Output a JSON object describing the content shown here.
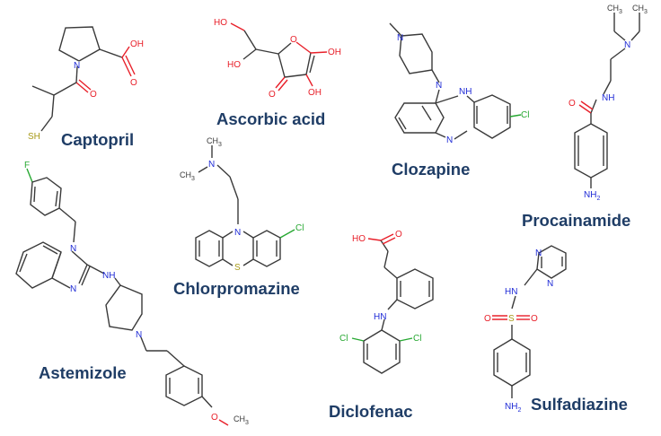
{
  "colors": {
    "label": "#1f3d66",
    "bond": "#3a3a3a",
    "oxygen": "#e8202a",
    "nitrogen": "#1f2bd6",
    "sulfur": "#a89a1a",
    "chlorine": "#27a832",
    "fluorine": "#27a832"
  },
  "molecules": [
    {
      "key": "captopril",
      "label": "Captopril"
    },
    {
      "key": "ascorbic",
      "label": "Ascorbic acid"
    },
    {
      "key": "clozapine",
      "label": "Clozapine"
    },
    {
      "key": "procainamide",
      "label": "Procainamide"
    },
    {
      "key": "astemizole",
      "label": "Astemizole"
    },
    {
      "key": "chlorpromazine",
      "label": "Chlorpromazine"
    },
    {
      "key": "diclofenac",
      "label": "Diclofenac"
    },
    {
      "key": "sulfadiazine",
      "label": "Sulfadiazine"
    }
  ],
  "atom_labels": {
    "oh": "OH",
    "ho": "HO",
    "o": "O",
    "n": "N",
    "s": "S",
    "sh": "SH",
    "nh": "NH",
    "hn": "HN",
    "h": "H",
    "cl": "Cl",
    "f": "F",
    "c": "C",
    "nh2_main": "NH",
    "nh2_sub": "2",
    "methyl_c": "CH",
    "methyl_sub": "3",
    "o_methyl": "O",
    "ch3_end": "CH"
  }
}
